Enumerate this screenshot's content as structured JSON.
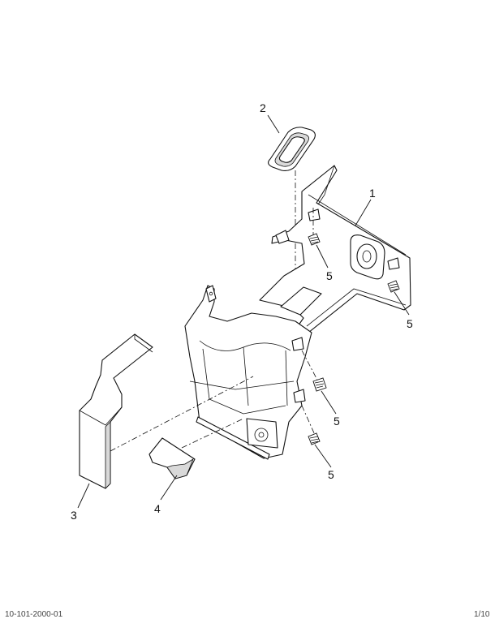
{
  "diagram": {
    "callouts": [
      "1",
      "2",
      "3",
      "4",
      "5",
      "5",
      "5",
      "5"
    ],
    "footer_left": "10-101-2000-01",
    "footer_right": "1/10"
  }
}
